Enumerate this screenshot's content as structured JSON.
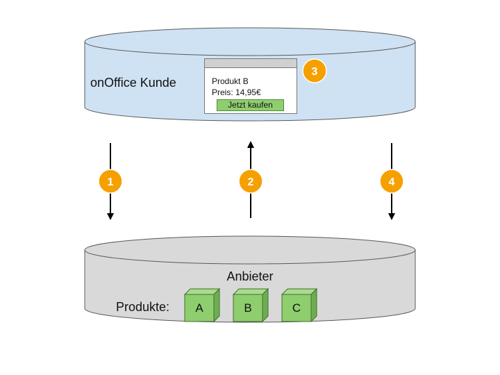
{
  "customer": {
    "label": "onOffice Kunde"
  },
  "widget": {
    "product": "Produkt B",
    "price": "Preis: 14,95€",
    "button_label": "Jetzt kaufen"
  },
  "provider": {
    "label": "Anbieter",
    "products_label": "Produkte:",
    "products": [
      "A",
      "B",
      "C"
    ]
  },
  "steps": [
    "1",
    "2",
    "3",
    "4"
  ],
  "colors": {
    "customer_fill": "#cfe2f3",
    "provider_fill": "#d9d9d9",
    "step_badge": "#f6a000",
    "product_box": "#8fce6f"
  }
}
